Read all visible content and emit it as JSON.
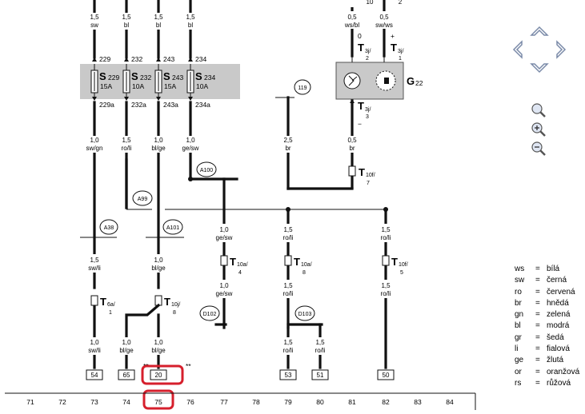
{
  "top_wires": [
    {
      "gauge": "1,5",
      "color": "sw",
      "terminal": "229"
    },
    {
      "gauge": "1,5",
      "color": "bl",
      "terminal": "232"
    },
    {
      "gauge": "1,5",
      "color": "bl",
      "terminal": "243"
    },
    {
      "gauge": "1,5",
      "color": "bl",
      "terminal": "234"
    }
  ],
  "fuses": [
    {
      "label": "S",
      "num": "229",
      "amp": "15A",
      "out": "229a"
    },
    {
      "label": "S",
      "num": "232",
      "amp": "10A",
      "out": "232a"
    },
    {
      "label": "S",
      "num": "243",
      "amp": "15A",
      "out": "243a"
    },
    {
      "label": "S",
      "num": "234",
      "amp": "10A",
      "out": "234a"
    }
  ],
  "g22": {
    "label": "G",
    "sub": "22",
    "wire_left": {
      "top_num": "10",
      "gauge": "0,5",
      "color": "ws/bl",
      "pin": "0"
    },
    "wire_right": {
      "top_num": "2",
      "gauge": "0,5",
      "color": "sw/ws",
      "pin": "+"
    },
    "t3j_left": {
      "label": "T",
      "sub": "3j/",
      "pin": "2"
    },
    "t3j_right": {
      "label": "T",
      "sub": "3j/",
      "pin": "1"
    },
    "t3j_bottom": {
      "label": "T",
      "sub": "3j/",
      "pin": "3",
      "sign": "−"
    },
    "bottom_wire": {
      "gauge": "0,5",
      "color": "br"
    },
    "t10f_upper": {
      "label": "T",
      "sub": "10f/",
      "pin": "7"
    }
  },
  "markers": {
    "m119": "119",
    "a100": "A100",
    "a99": "A99",
    "a38": "A38",
    "a101": "A101",
    "d102": "D102",
    "d103": "D103"
  },
  "mid_wires": [
    {
      "gauge": "1,0",
      "color": "sw/gn"
    },
    {
      "gauge": "1,5",
      "color": "ro/li"
    },
    {
      "gauge": "1,0",
      "color": "bl/ge"
    },
    {
      "gauge": "1,0",
      "color": "ge/sw"
    },
    {
      "gauge": "2,5",
      "color": "br"
    }
  ],
  "lower_wires": {
    "w73a": {
      "gauge": "1,5",
      "color": "sw/li"
    },
    "w75a": {
      "gauge": "1,0",
      "color": "bl/ge"
    },
    "w77a": {
      "gauge": "1,0",
      "color": "ge/sw"
    },
    "w79a": {
      "gauge": "1,5",
      "color": "ro/li"
    },
    "w82a": {
      "gauge": "1,5",
      "color": "ro/li"
    },
    "w77b": {
      "gauge": "1,0",
      "color": "ge/sw"
    },
    "w79b": {
      "gauge": "1,5",
      "color": "ro/li"
    },
    "w82b": {
      "gauge": "1,5",
      "color": "ro/li"
    },
    "w73b": {
      "gauge": "1,0",
      "color": "sw/li"
    },
    "w74b": {
      "gauge": "1,0",
      "color": "bl/ge"
    },
    "w75b": {
      "gauge": "1,0",
      "color": "bl/ge"
    },
    "w79c": {
      "gauge": "1,5",
      "color": "ro/li"
    },
    "w80c": {
      "gauge": "1,5",
      "color": "ro/li"
    }
  },
  "connectors": {
    "t6a": {
      "label": "T",
      "sub": "6a/",
      "pin": "1"
    },
    "t10j": {
      "label": "T",
      "sub": "10j/",
      "pin": "8"
    },
    "t10a_l": {
      "label": "T",
      "sub": "10a/",
      "pin": "4"
    },
    "t10a_r": {
      "label": "T",
      "sub": "10a/",
      "pin": "8"
    },
    "t10f": {
      "label": "T",
      "sub": "10f/",
      "pin": "5"
    }
  },
  "stars": "**",
  "bottom_boxes": [
    "54",
    "65",
    "20",
    "53",
    "51",
    "50"
  ],
  "grid_numbers": [
    "71",
    "72",
    "73",
    "74",
    "75",
    "76",
    "77",
    "78",
    "79",
    "80",
    "81",
    "82",
    "83",
    "84"
  ],
  "highlight_color": "#d61f2c",
  "legend": [
    {
      "code": "ws",
      "name": "bílá"
    },
    {
      "code": "sw",
      "name": "černá"
    },
    {
      "code": "ro",
      "name": "červená"
    },
    {
      "code": "br",
      "name": "hnědá"
    },
    {
      "code": "gn",
      "name": "zelená"
    },
    {
      "code": "bl",
      "name": "modrá"
    },
    {
      "code": "gr",
      "name": "šedá"
    },
    {
      "code": "li",
      "name": "fialová"
    },
    {
      "code": "ge",
      "name": "žlutá"
    },
    {
      "code": "or",
      "name": "oranžová"
    },
    {
      "code": "rs",
      "name": "růžová"
    }
  ],
  "legend_eq": "=",
  "nav_icons": [
    "arrow-up-icon",
    "arrow-left-icon",
    "arrow-right-icon",
    "arrow-down-icon",
    "zoom-reset-icon",
    "zoom-in-icon",
    "zoom-out-icon"
  ]
}
